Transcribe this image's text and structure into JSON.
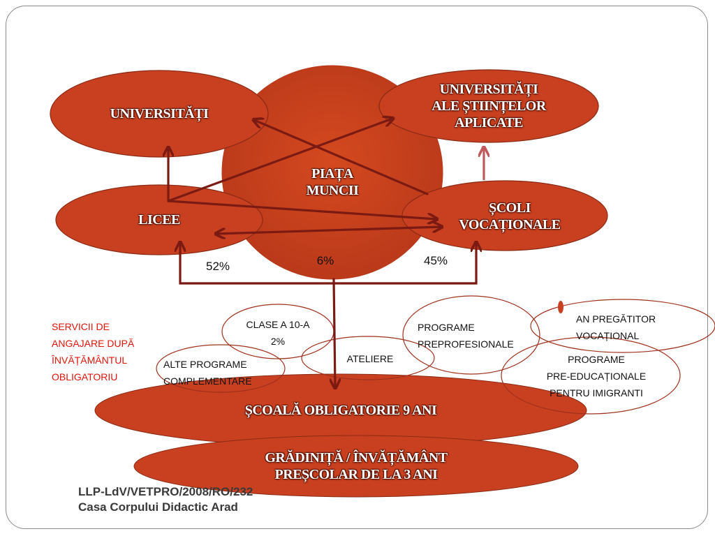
{
  "nodes": {
    "piata_muncii": "PIAȚA\nMUNCII",
    "universitati": "UNIVERSITĂȚI",
    "universitati_aplicate": "UNIVERSITĂȚI\nALE ȘTIINȚELOR\nAPLICATE",
    "licee": "LICEE",
    "scoli_vocationale": "ȘCOLI\nVOCAȚIONALE",
    "scoala_obligatorie": "ȘCOALĂ OBLIGATORIE 9 ANI",
    "gradinita": "GRĂDINIȚĂ / ÎNVĂȚĂMÂNT\nPREȘCOLAR DE LA 3 ANI"
  },
  "percentages": {
    "licee": "52%",
    "piata": "6%",
    "scoli": "45%"
  },
  "programs": {
    "clase_10a": "CLASE A 10-A\n2%",
    "ateliere": "ATELIERE",
    "preprofesionale": "PROGRAME\nPREPROFESIONALE",
    "an_pregatitor": "AN PREGĂTITOR\nVOCAȚIONAL",
    "alte_programe": "ALTE PROGRAME\nCOMPLEMENTARE",
    "pre_educationale": "PROGRAME\nPRE-EDUCAȚIONALE\nPENTRU IMIGRANTI"
  },
  "note": "SERVICII DE\nANGAJARE DUPĂ\nÎNVĂȚĂMÂNTUL\nOBLIGATORIU",
  "footer": {
    "line1": "LLP-LdV/VETPRO/2008/RO/232",
    "line2": "Casa Corpului Didactic Arad"
  },
  "colors": {
    "node_fill": "#c8401f",
    "arrow": "#7a1a12",
    "arrow_light": "#c05a5a",
    "outline": "#a0301c",
    "note_red": "#e0140a"
  }
}
